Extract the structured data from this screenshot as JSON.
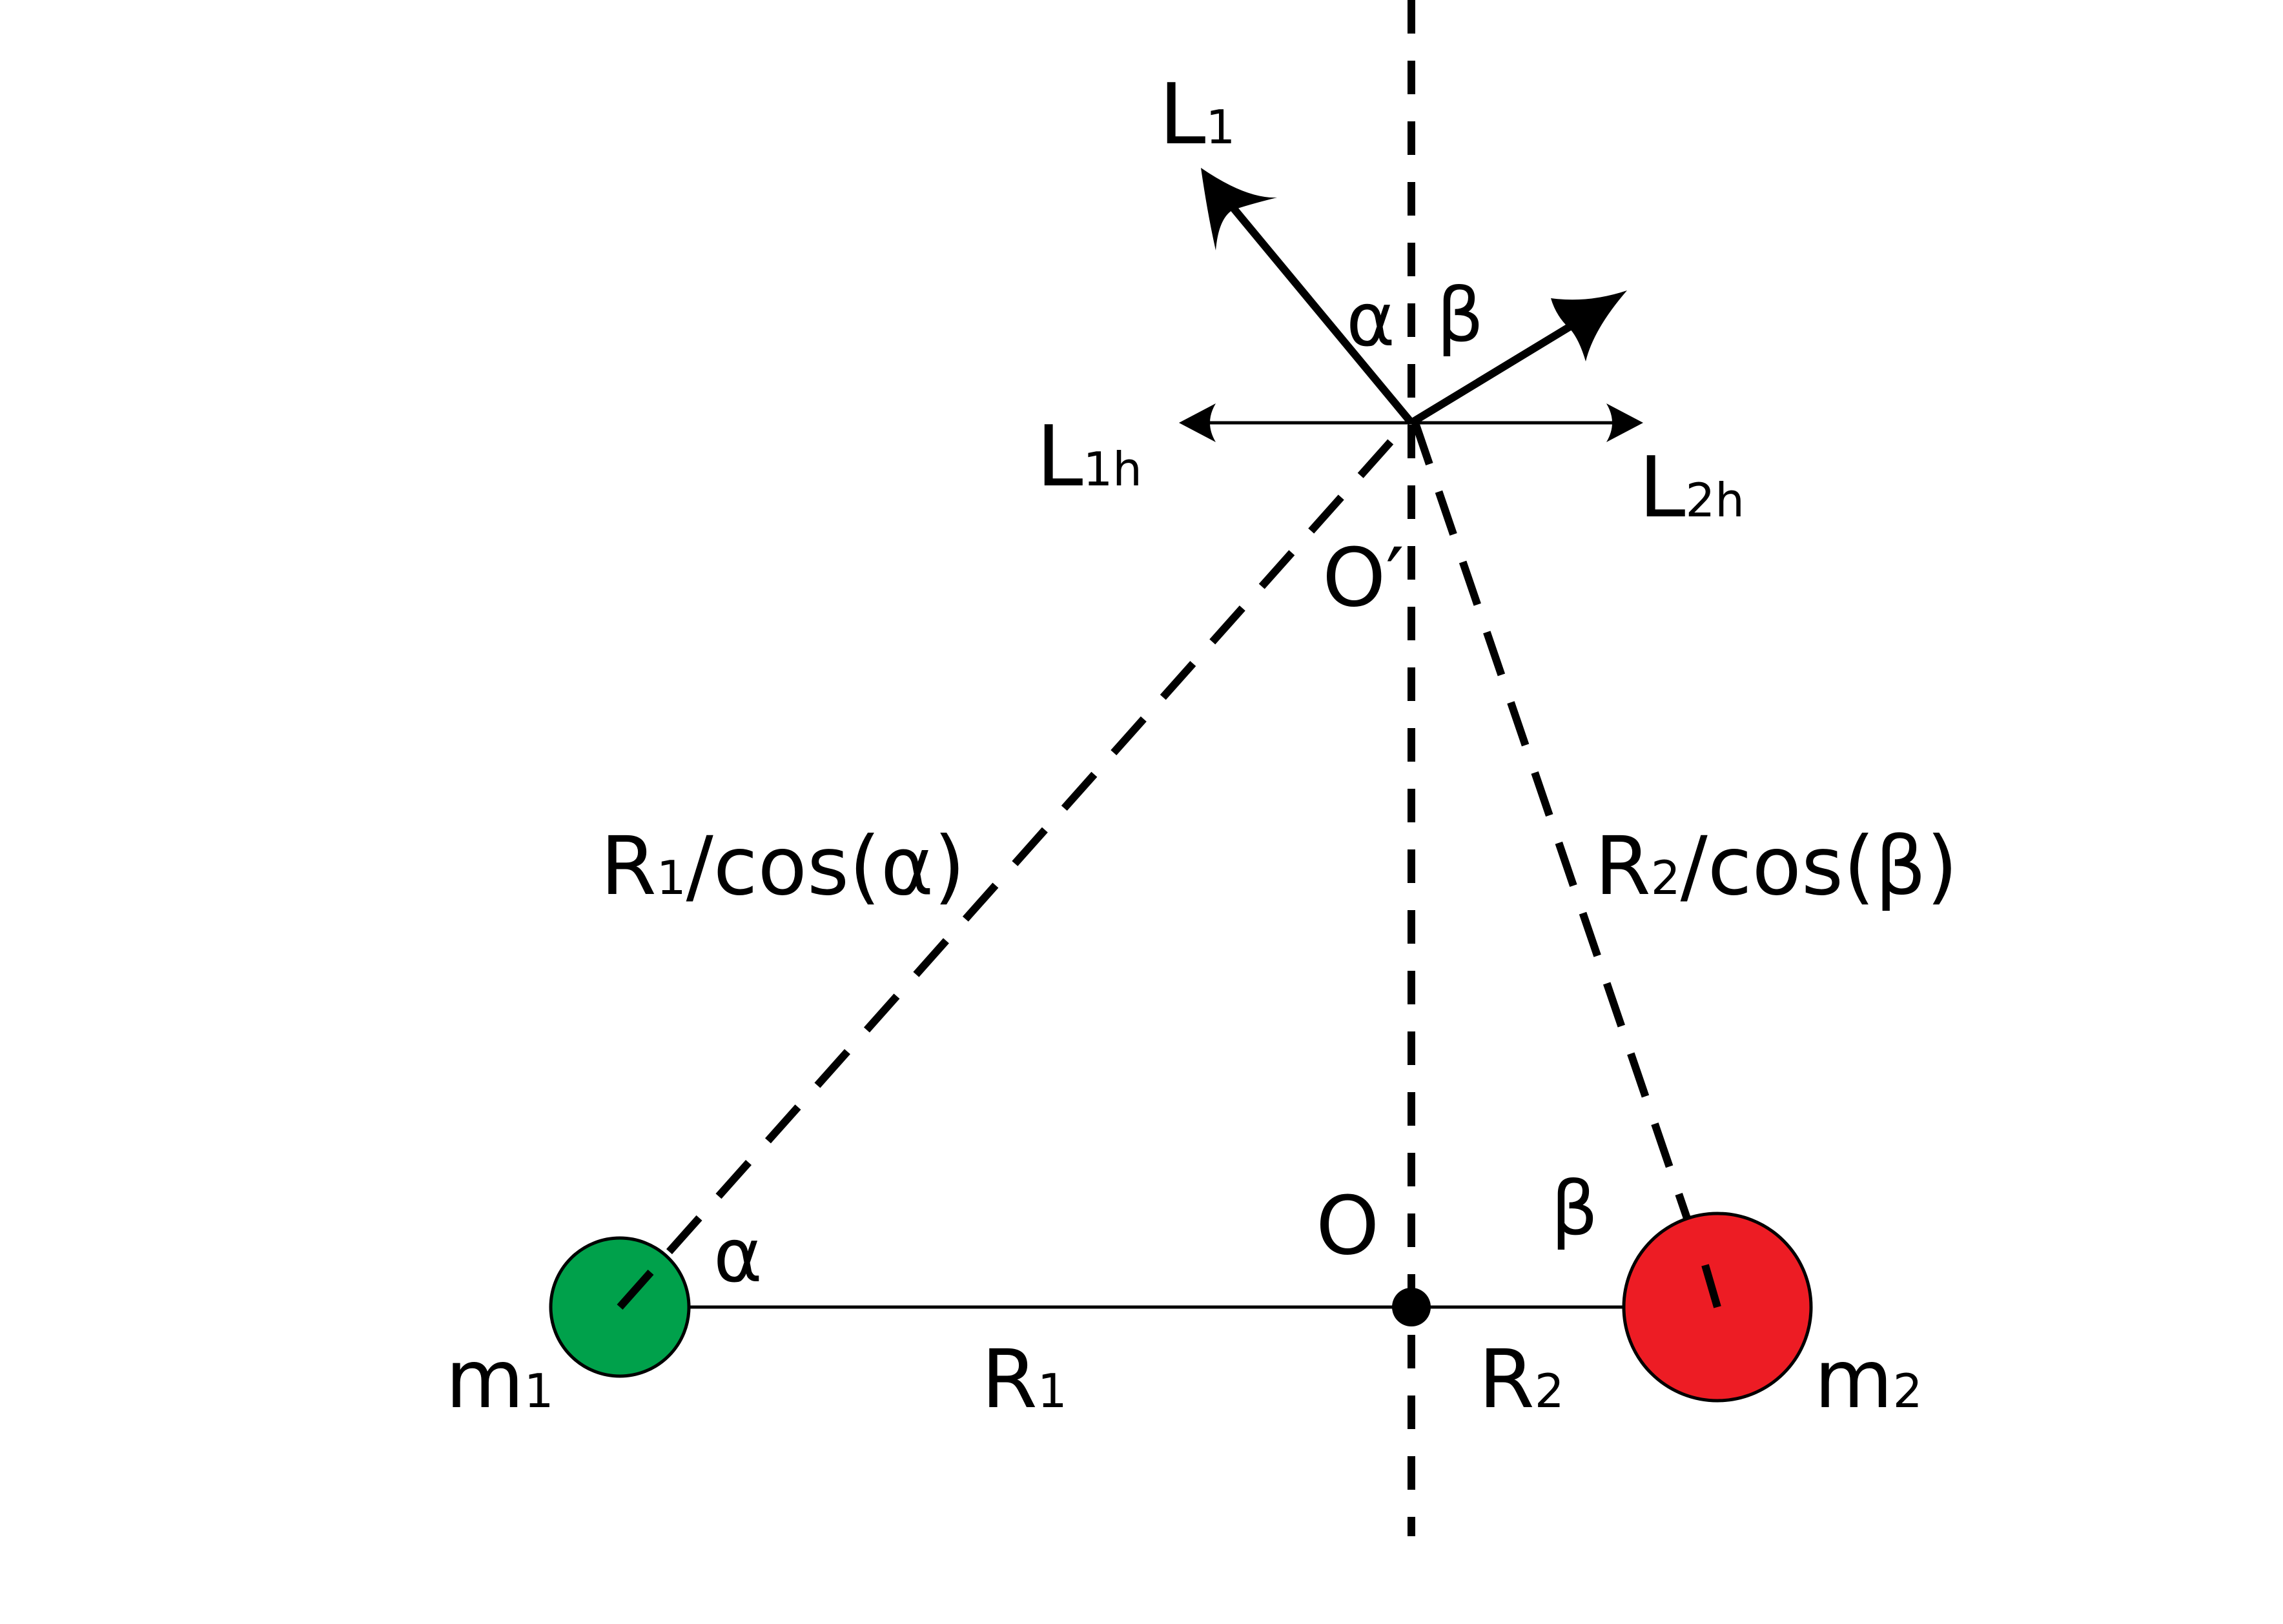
{
  "labels": {
    "L1_main": "L",
    "L1_sub": "1",
    "L1h_main": "L",
    "L1h_sub": "1h",
    "L2h_main": "L",
    "L2h_sub": "2h",
    "alpha_top": "α",
    "beta_top": "β",
    "O_prime": "O′",
    "R1cos_main": "R",
    "R1cos_sub": "1",
    "R1cos_rest": "/cos(α)",
    "R2cos_main": "R",
    "R2cos_sub": "2",
    "R2cos_rest": "/cos(β)",
    "alpha_bottom": "α",
    "beta_bottom": "β",
    "O": "O",
    "m1_main": "m",
    "m1_sub": "1",
    "m2_main": "m",
    "m2_sub": "2",
    "R1_main": "R",
    "R1_sub": "1",
    "R2_main": "R",
    "R2_sub": "2"
  },
  "colors": {
    "mass1": "#00A14B",
    "mass2": "#ED1C24",
    "ink": "#000000"
  }
}
